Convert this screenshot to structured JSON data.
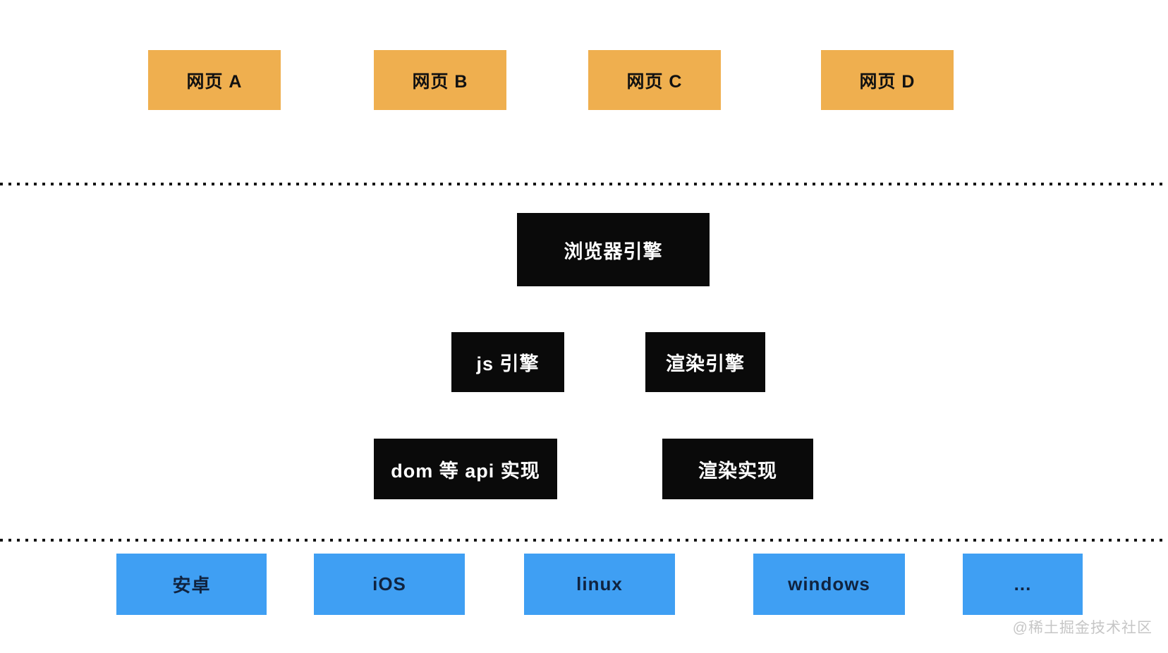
{
  "diagram": {
    "title_hint": "browser architecture layers diagram",
    "webpages": [
      {
        "label": "网页 A"
      },
      {
        "label": "网页 B"
      },
      {
        "label": "网页 C"
      },
      {
        "label": "网页 D"
      }
    ],
    "browser_engine": {
      "label": "浏览器引擎"
    },
    "engine_parts": [
      {
        "label": "js 引擎"
      },
      {
        "label": "渲染引擎"
      }
    ],
    "implementations": [
      {
        "label": "dom 等 api 实现"
      },
      {
        "label": "渲染实现"
      }
    ],
    "platforms": [
      {
        "label": "安卓"
      },
      {
        "label": "iOS"
      },
      {
        "label": "linux"
      },
      {
        "label": "windows"
      },
      {
        "label": "..."
      }
    ],
    "watermark": "@稀土掘金技术社区",
    "colors": {
      "webpage_bg": "#efaf4f",
      "webpage_text": "#111111",
      "engine_bg": "#0a0a0a",
      "engine_text": "#ffffff",
      "platform_bg": "#3f9ff3",
      "platform_text": "#10233f",
      "watermark_text": "#c6c6c6",
      "separator": "#141414"
    }
  }
}
